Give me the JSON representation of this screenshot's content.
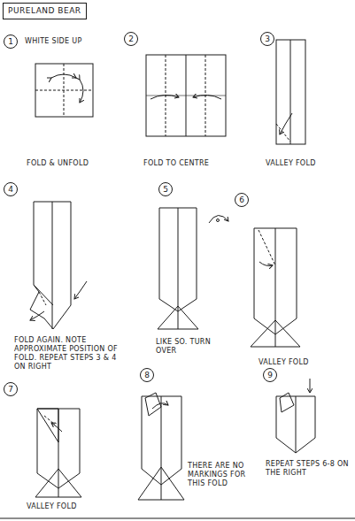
{
  "diagram": {
    "title": "PURELAND BEAR",
    "nodes": [
      {
        "text": [
          "1"
        ]
      },
      {
        "text": [
          "2"
        ]
      },
      {
        "text": [
          "3"
        ]
      },
      {
        "text": [
          "4"
        ]
      },
      {
        "text": [
          "5"
        ]
      },
      {
        "text": [
          "6"
        ]
      },
      {
        "text": [
          "7"
        ]
      },
      {
        "text": [
          "8"
        ]
      },
      {
        "text": [
          "9"
        ]
      }
    ],
    "labels": [
      "WHITE SIDE UP",
      "FOLD & UNFOLD",
      "FOLD TO CENTRE",
      "VALLEY FOLD",
      "FOLD AGAIN. NOTE APPROXIMATE POSITION OF FOLD. REPEAT STEPS 3 & 4 ON RIGHT",
      "LIKE SO. TURN OVER",
      "VALLEY FOLD",
      "VALLEY FOLD",
      "THERE ARE NO MARKINGS FOR THIS FOLD",
      "REPEAT STEPS 6-8 ON THE RIGHT"
    ]
  }
}
